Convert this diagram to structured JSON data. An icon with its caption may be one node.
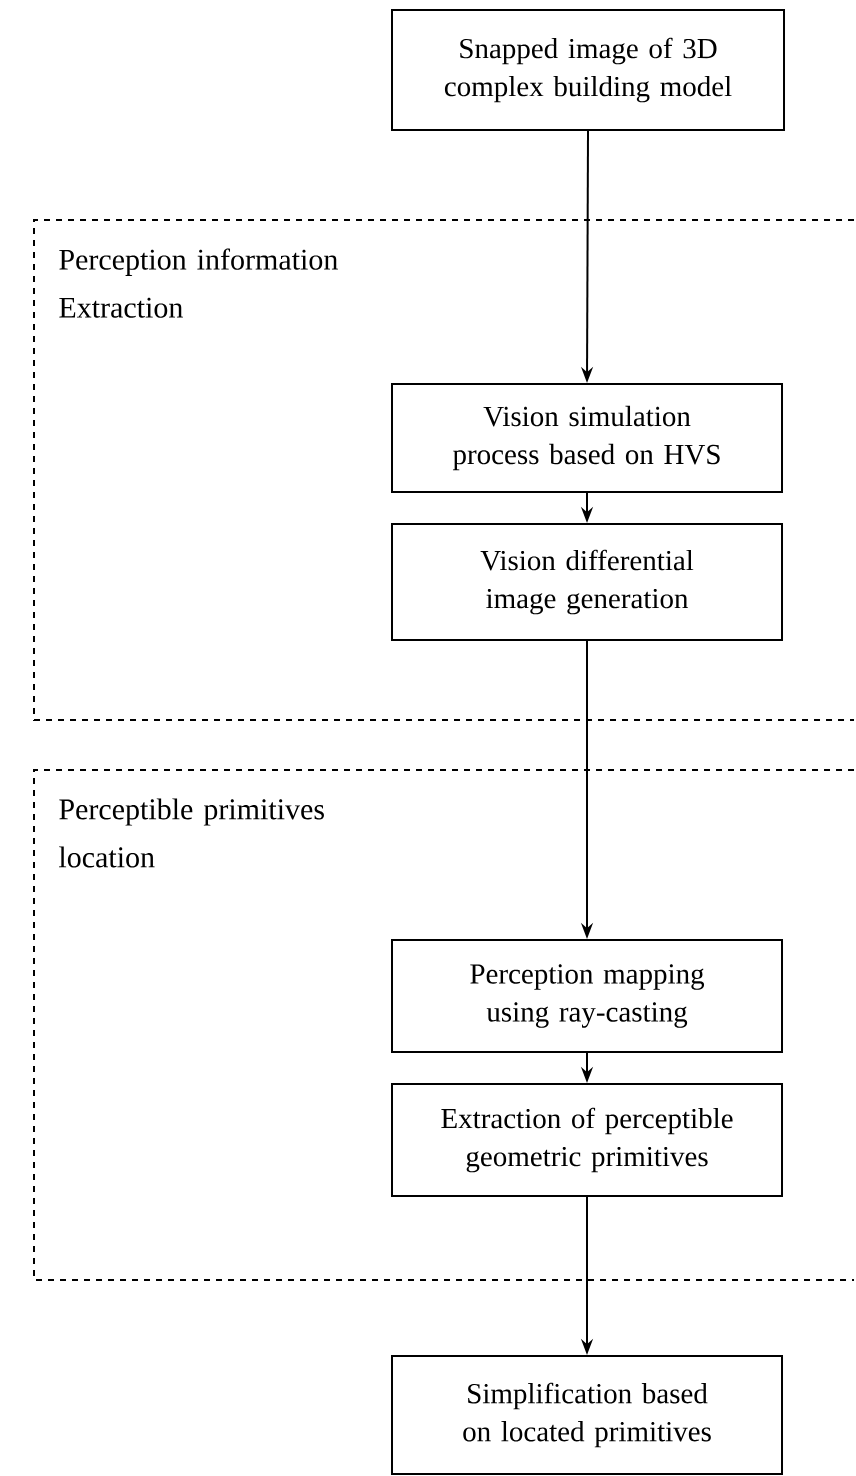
{
  "diagram": {
    "nodes": [
      {
        "text": [
          "Snapped image of 3D complex building model"
        ]
      },
      {
        "text": [
          "Perception information Extraction"
        ]
      },
      {
        "text": [
          "Vision simulation process based on HVS"
        ],
        "in": 1
      },
      {
        "text": [
          "Vision differential image generation"
        ],
        "in": 1
      },
      {
        "text": [
          "Perceptible primitives location"
        ]
      },
      {
        "text": [
          "Perception mapping using ray-casting"
        ],
        "in": 4
      },
      {
        "text": [
          "Extraction of perceptible geometric primitives"
        ],
        "in": 4
      },
      {
        "text": [
          "Simplification based on located primitives"
        ]
      }
    ],
    "edges": [
      {
        "from": 0,
        "to": 2,
        "arrow": "to"
      },
      {
        "from": 2,
        "to": 3,
        "arrow": "to"
      },
      {
        "from": 3,
        "to": 5,
        "arrow": "to"
      },
      {
        "from": 5,
        "to": 6,
        "arrow": "to"
      },
      {
        "from": 6,
        "to": 7,
        "arrow": "to"
      }
    ]
  }
}
